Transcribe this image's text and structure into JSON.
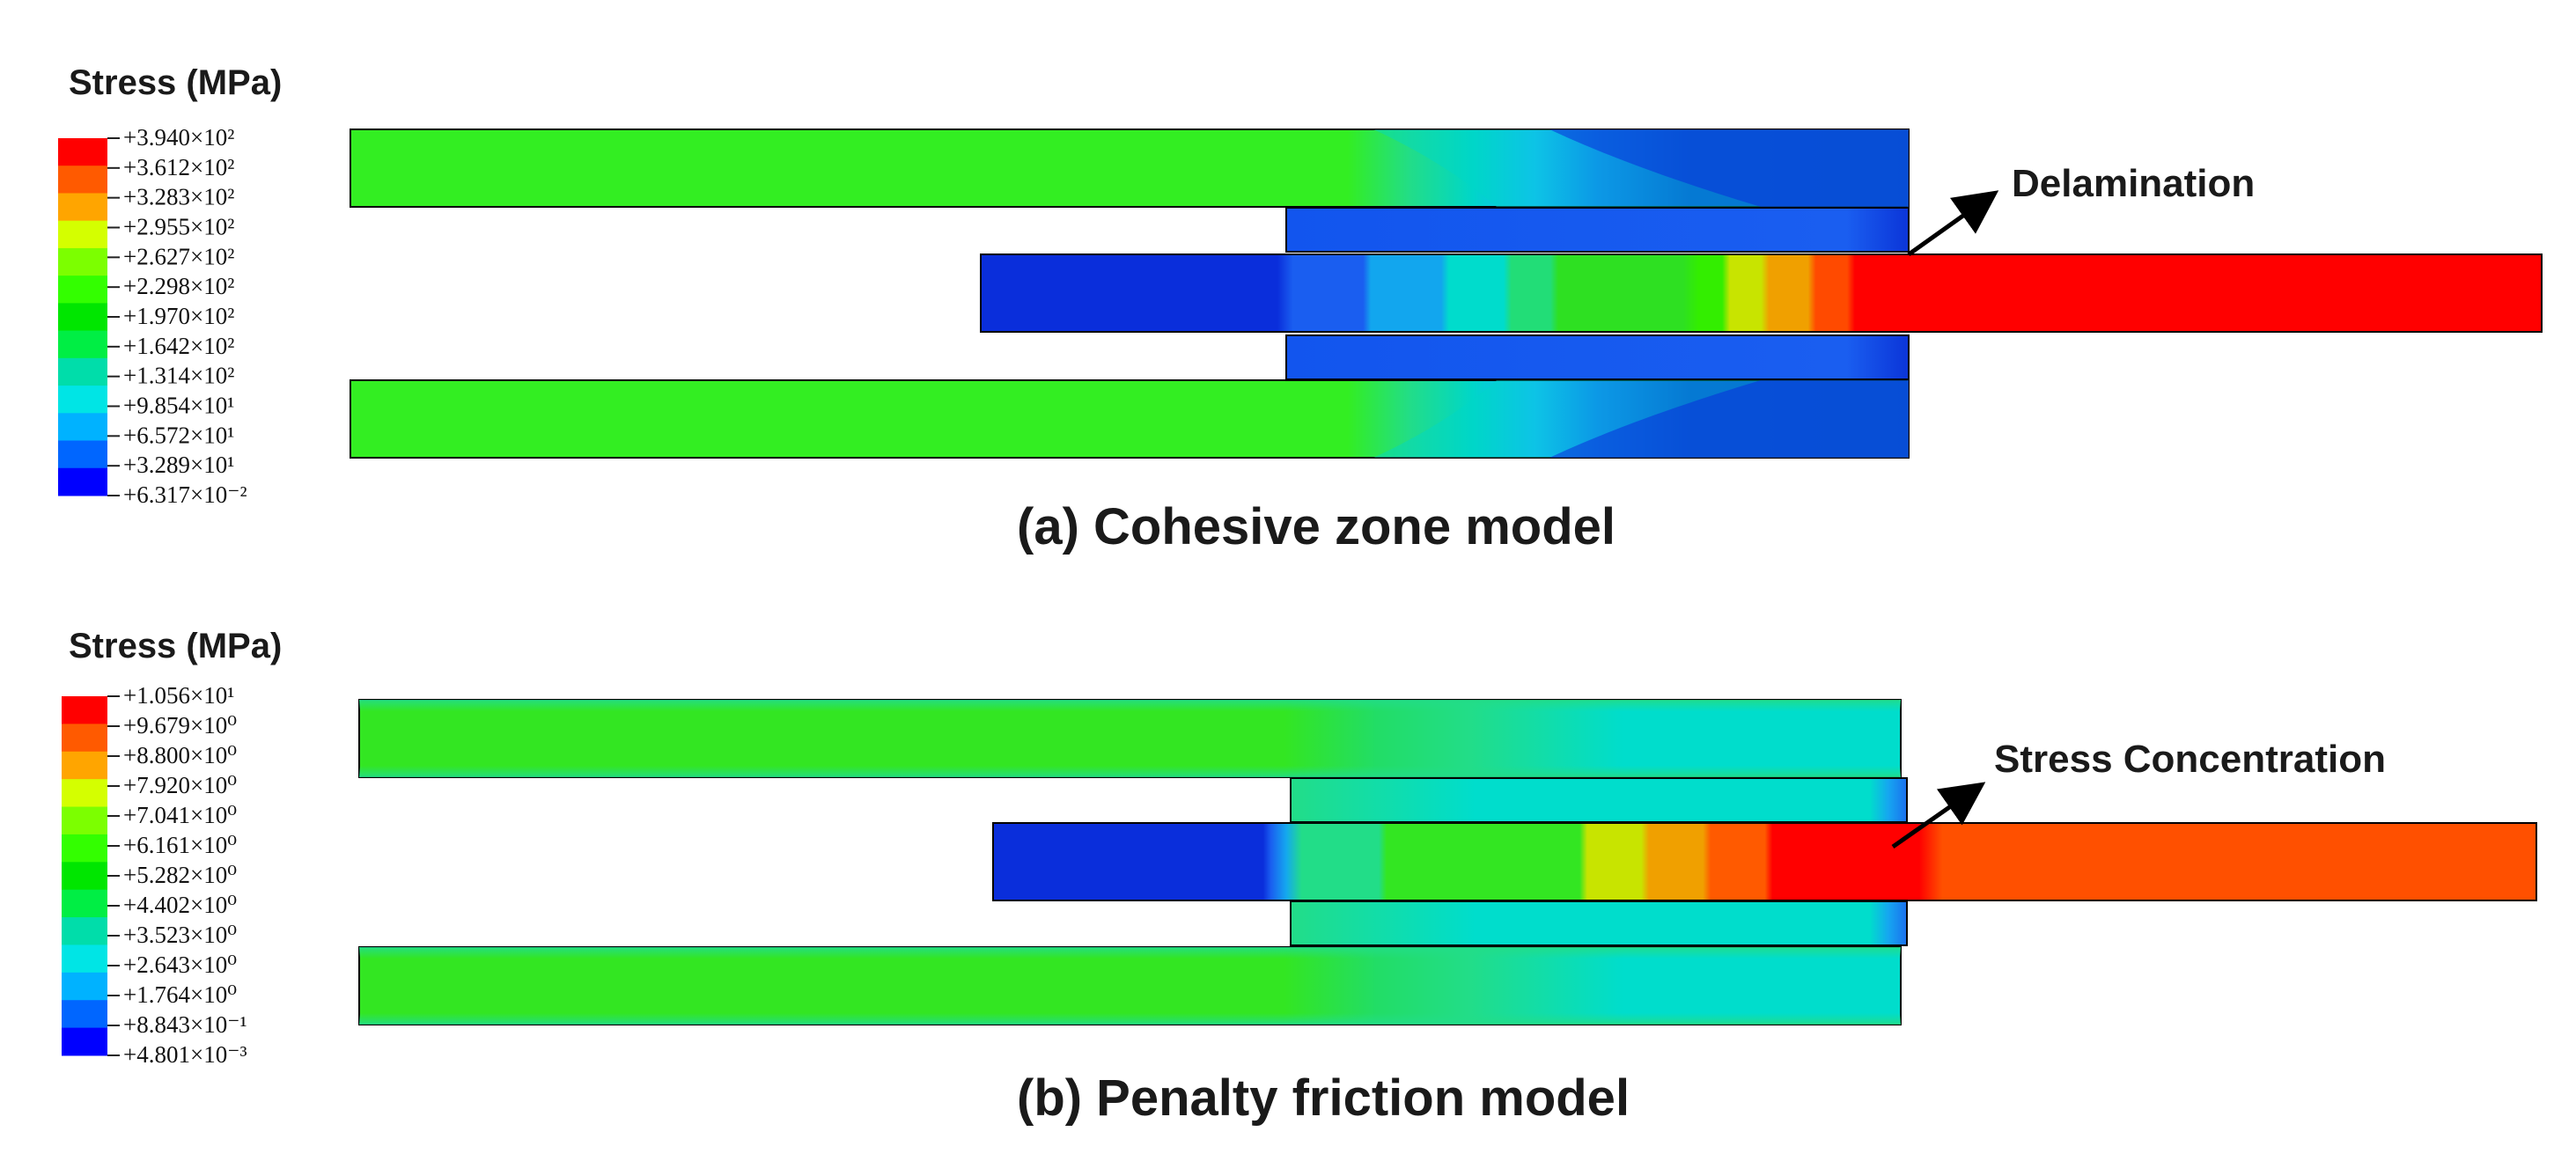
{
  "panel_a": {
    "legend_title": "Stress (MPa)",
    "legend_labels": [
      "+3.940×10²",
      "+3.612×10²",
      "+3.283×10²",
      "+2.955×10²",
      "+2.627×10²",
      "+2.298×10²",
      "+1.970×10²",
      "+1.642×10²",
      "+1.314×10²",
      "+9.854×10¹",
      "+6.572×10¹",
      "+3.289×10¹",
      "+6.317×10⁻²"
    ],
    "annotation": "Delamination",
    "caption": "(a) Cohesive zone model"
  },
  "panel_b": {
    "legend_title": "Stress (MPa)",
    "legend_labels": [
      "+1.056×10¹",
      "+9.679×10⁰",
      "+8.800×10⁰",
      "+7.920×10⁰",
      "+7.041×10⁰",
      "+6.161×10⁰",
      "+5.282×10⁰",
      "+4.402×10⁰",
      "+3.523×10⁰",
      "+2.643×10⁰",
      "+1.764×10⁰",
      "+8.843×10⁻¹",
      "+4.801×10⁻³"
    ],
    "annotation": "Stress Concentration",
    "caption": "(b) Penalty friction model"
  },
  "colormap": [
    "#ff0000",
    "#ff5a00",
    "#ffa500",
    "#d4ff00",
    "#7cff00",
    "#33ff00",
    "#00e600",
    "#00ee44",
    "#00ddaa",
    "#00e5e5",
    "#00b2ff",
    "#0066ff",
    "#0000ff"
  ]
}
